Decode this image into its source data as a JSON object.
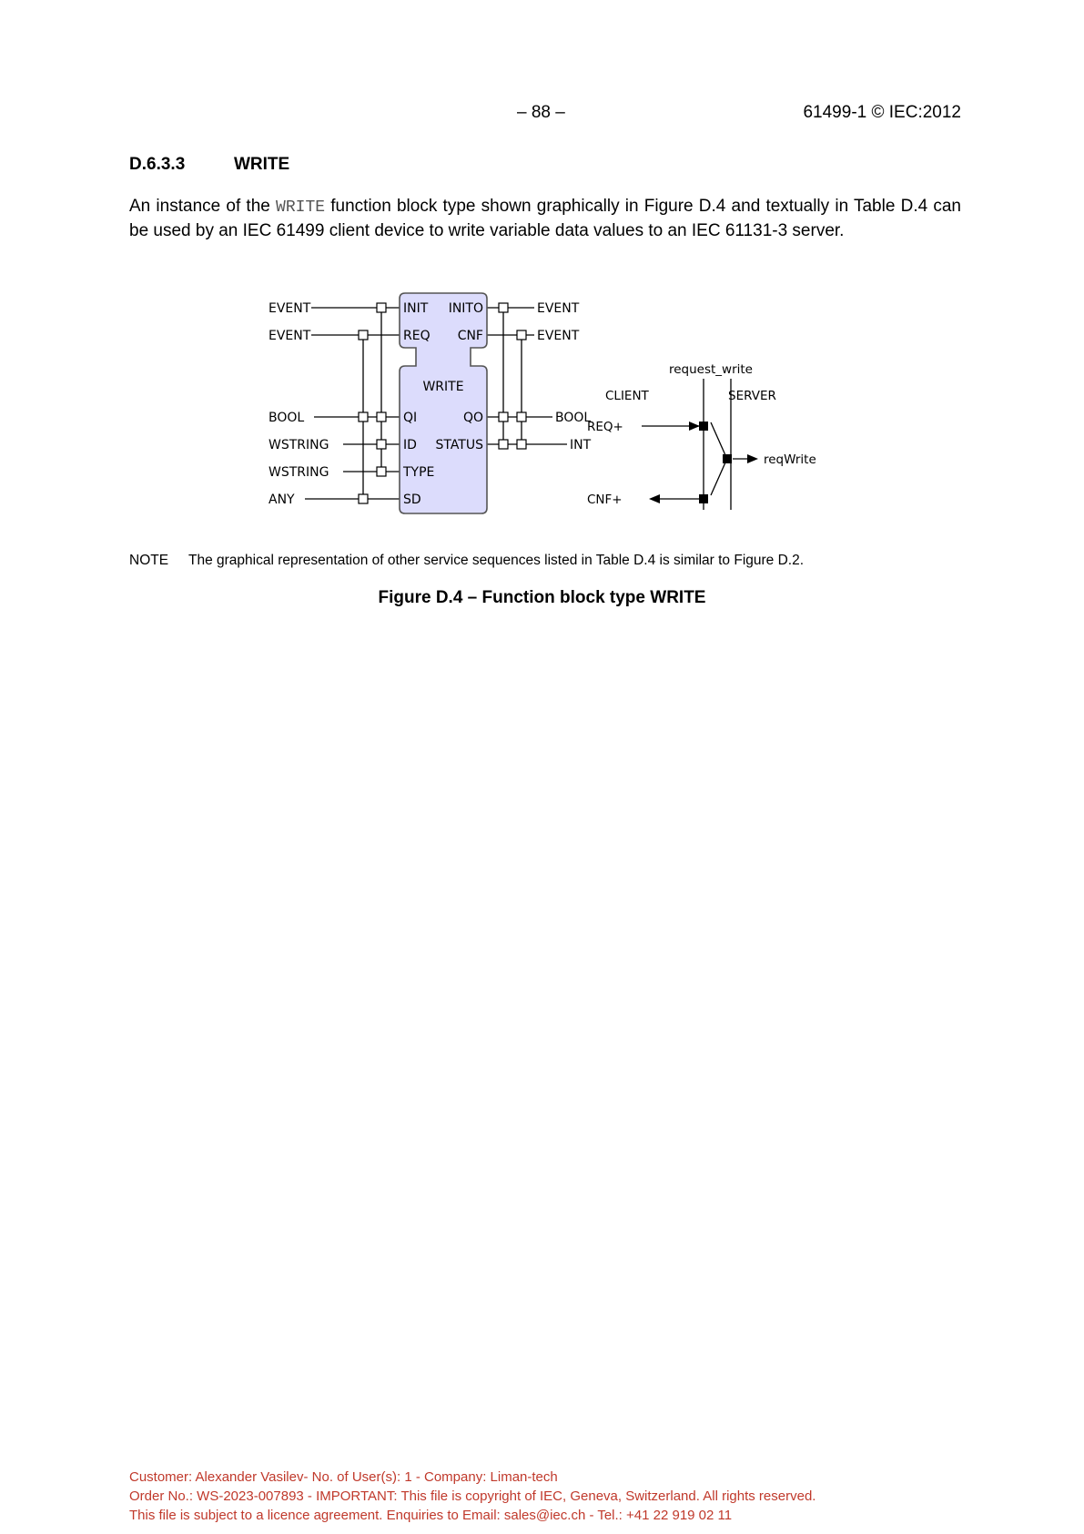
{
  "header": {
    "page_number": "– 88 –",
    "standard": "61499-1 © IEC:2012"
  },
  "section": {
    "number": "D.6.3.3",
    "title": "WRITE"
  },
  "paragraph": {
    "before": "An instance of the ",
    "code": "WRITE",
    "after": " function block type shown graphically in Figure D.4 and textually in Table D.4 can be used by an IEC 61499 client device to write variable data values to an IEC 61131-3 server."
  },
  "fb_diagram": {
    "type_name": "WRITE",
    "event_inputs": [
      {
        "port": "INIT",
        "type": "EVENT"
      },
      {
        "port": "REQ",
        "type": "EVENT"
      }
    ],
    "event_outputs": [
      {
        "port": "INITO",
        "type": "EVENT"
      },
      {
        "port": "CNF",
        "type": "EVENT"
      }
    ],
    "data_inputs": [
      {
        "port": "QI",
        "type": "BOOL"
      },
      {
        "port": "ID",
        "type": "WSTRING"
      },
      {
        "port": "TYPE",
        "type": "WSTRING"
      },
      {
        "port": "SD",
        "type": "ANY"
      }
    ],
    "data_outputs": [
      {
        "port": "QO",
        "type": "BOOL"
      },
      {
        "port": "STATUS",
        "type": "INT"
      }
    ]
  },
  "sequence": {
    "title": "request_write",
    "left_label": "CLIENT",
    "right_label": "SERVER",
    "req": "REQ+",
    "cnf": "CNF+",
    "server_primitive": "reqWrite"
  },
  "note": {
    "label": "NOTE",
    "text": "The graphical representation of other service sequences listed in Table D.4 is similar to Figure D.2."
  },
  "caption": "Figure D.4 – Function block type WRITE",
  "footer": {
    "line1": "Customer: Alexander Vasilev- No. of User(s): 1 - Company: Liman-tech",
    "line2": "Order No.: WS-2023-007893 - IMPORTANT: This file is copyright of IEC, Geneva, Switzerland. All rights reserved.",
    "line3": "This file is subject to a licence agreement. Enquiries to Email: sales@iec.ch - Tel.: +41 22 919 02 11"
  }
}
